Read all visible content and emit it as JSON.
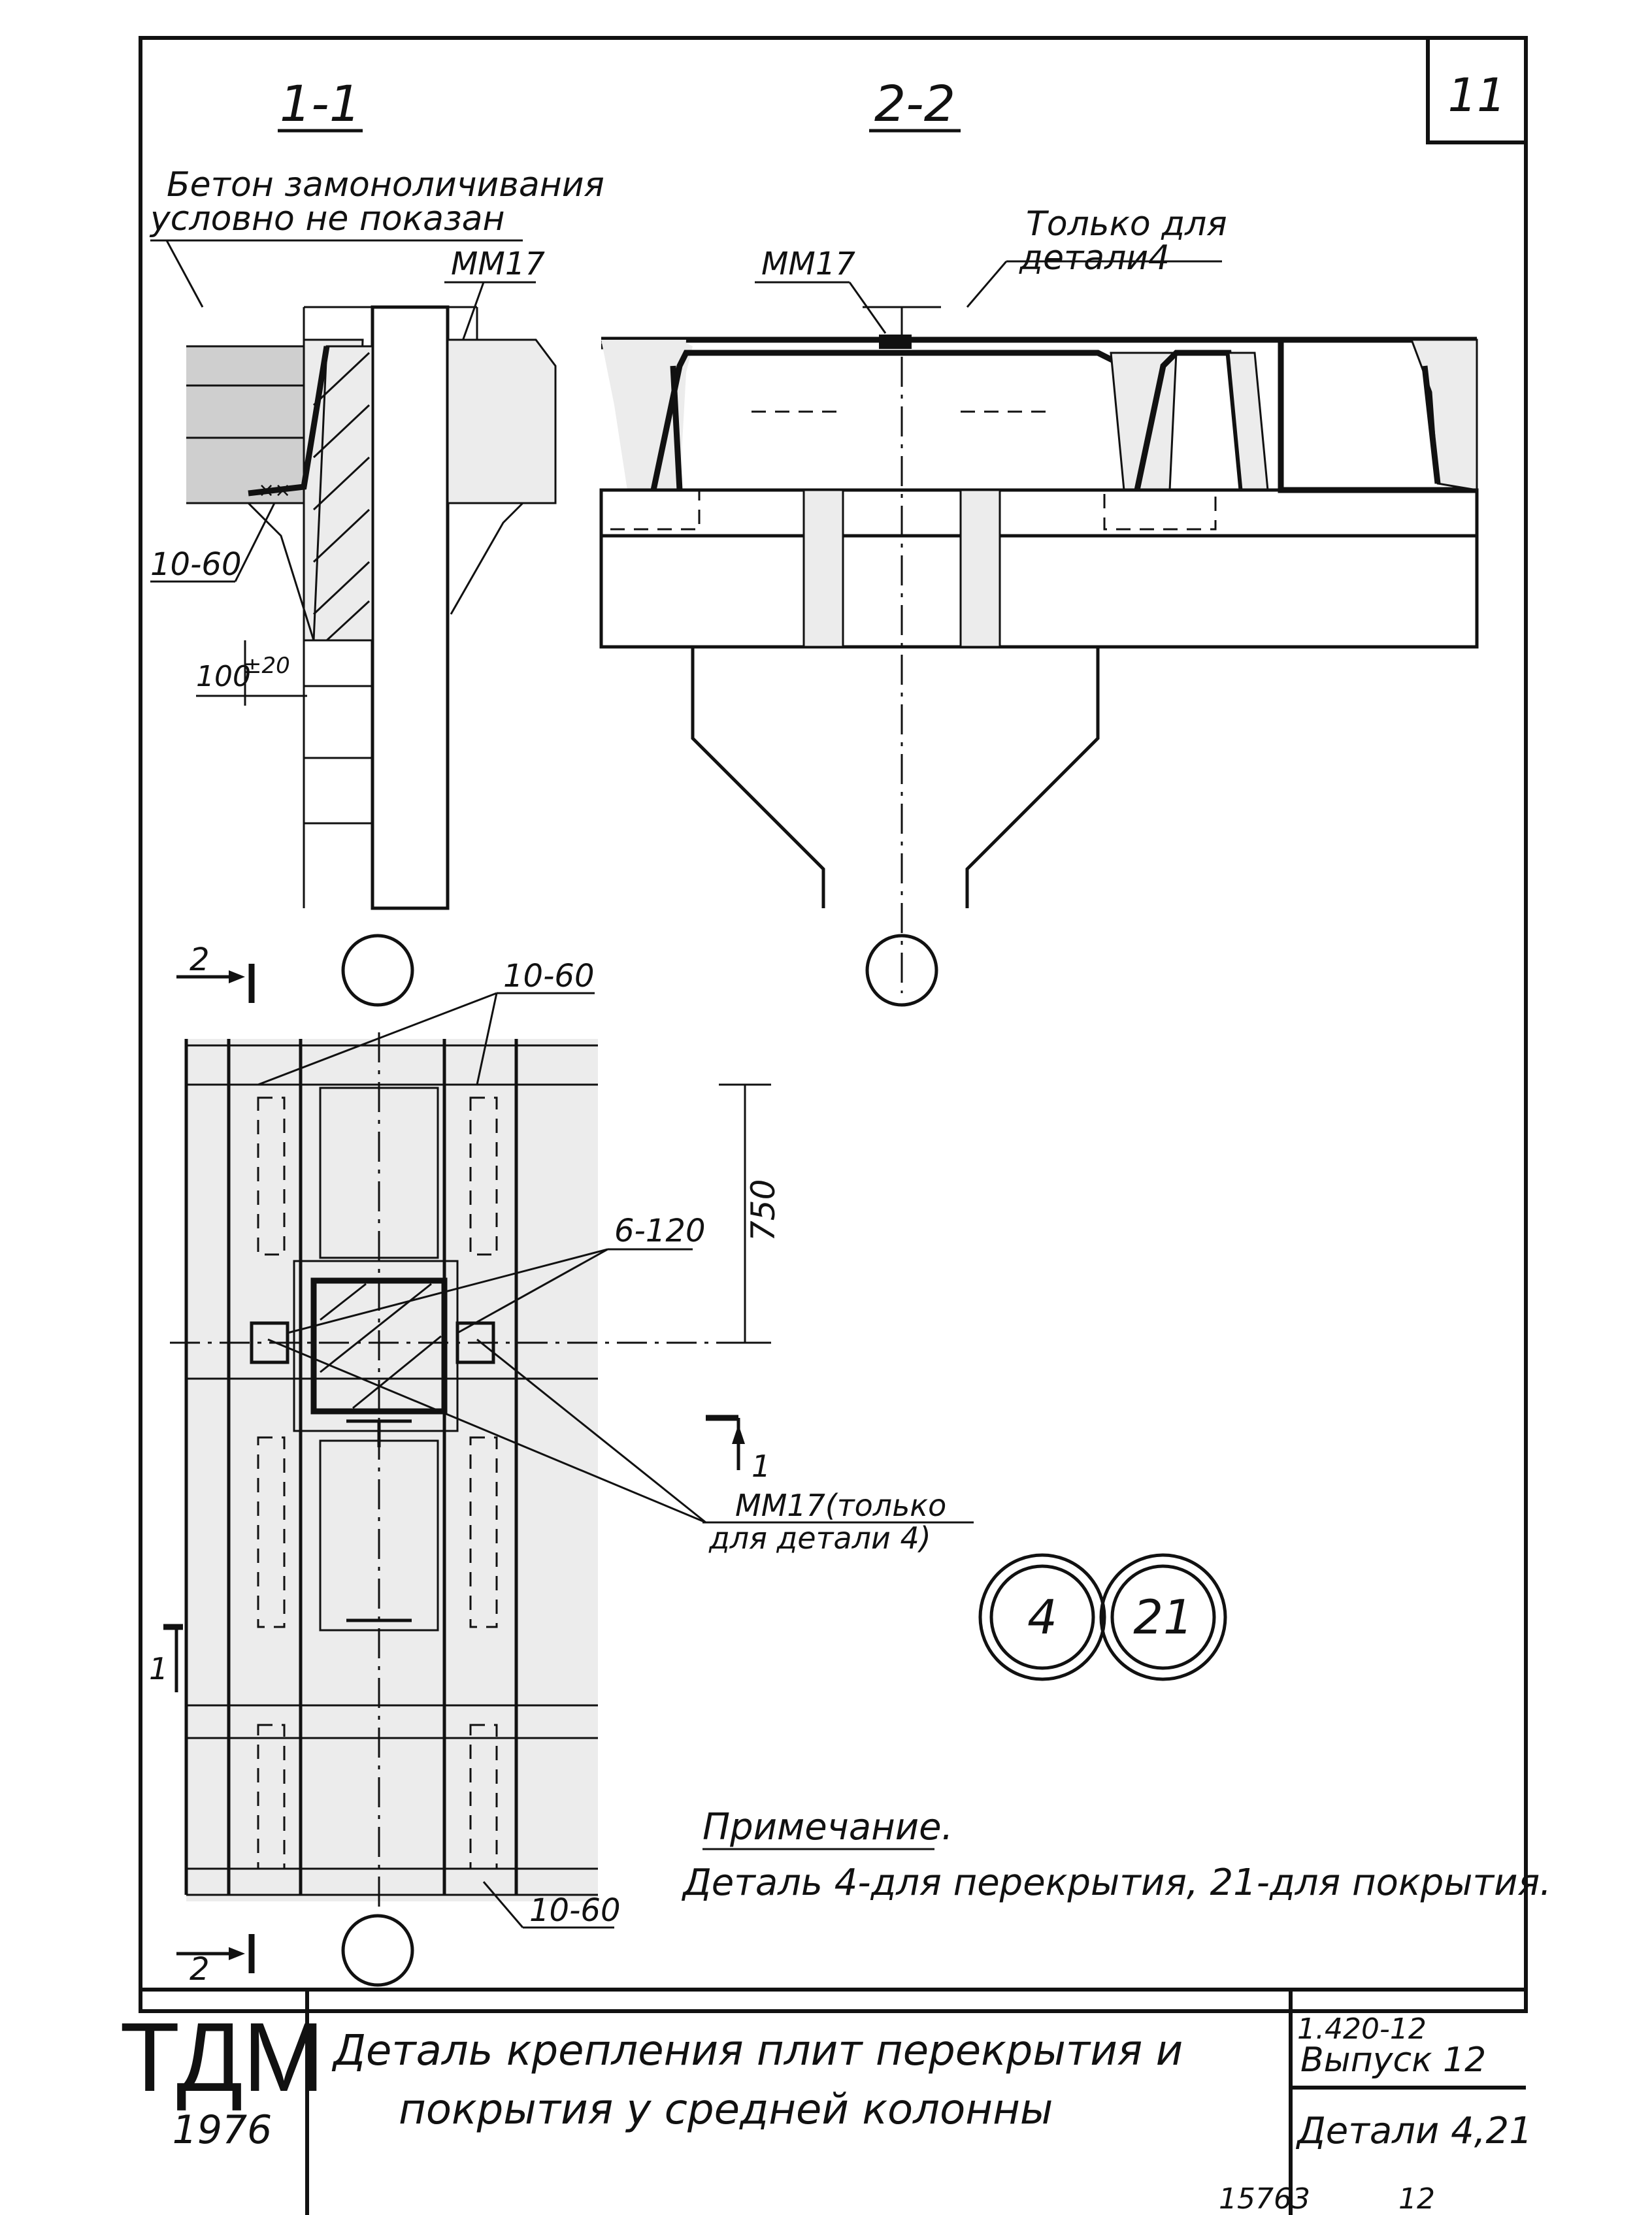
{
  "sheet": {
    "number": "11",
    "bottom_code": "15763",
    "bottom_page": "12"
  },
  "sections": {
    "s1": "1-1",
    "s2": "2-2"
  },
  "notes": {
    "concrete_note_line1": "Бетон замоноличивания",
    "concrete_note_line2": "условно не показан",
    "mm17_a": "ММ17",
    "mm17_b": "ММ17",
    "only_for_line1": "Только для",
    "only_for_line2": "детали4",
    "weld_10_60_a": "10-60",
    "weld_10_60_b": "10-60",
    "weld_10_60_c": "10-60",
    "dim_100": "100",
    "dim_100_tol": "±20",
    "weld_6_120": "6-120",
    "dim_750": "750",
    "mm17_only_line1": "ММ17(только",
    "mm17_only_line2": "для детали 4)",
    "cut_2_top": "2",
    "cut_2_bottom": "2",
    "cut_1_left": "1",
    "cut_1_right": "1"
  },
  "markers": {
    "detail_4": "4",
    "detail_21": "21"
  },
  "remark": {
    "title": "Примечание.",
    "text": "Деталь 4-для перекрытия, 21-для покрытия."
  },
  "title_block": {
    "logo": "ТДМ",
    "year": "1976",
    "title_line1": "Деталь крепления плит перекрытия и",
    "title_line2": "покрытия у средней колонны",
    "series": "1.420-12",
    "issue": "Выпуск 12",
    "details": "Детали 4,21"
  }
}
